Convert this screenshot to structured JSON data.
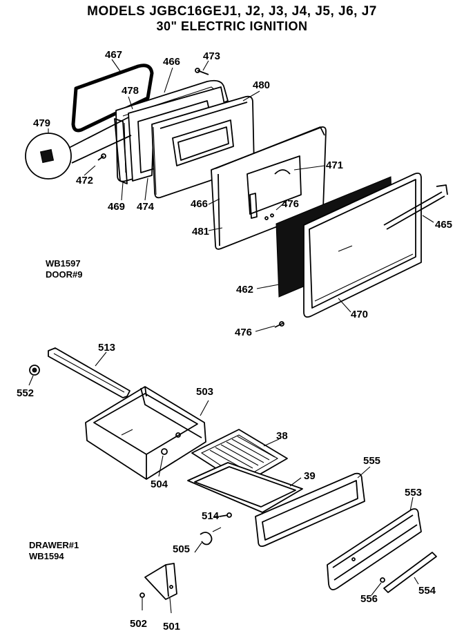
{
  "title": {
    "line1": "MODELS JGBC16GEJ1, J2, J3, J4, J5, J6, J7",
    "line2": "30\" ELECTRIC IGNITION"
  },
  "notes": {
    "door_part": "WB1597",
    "door_label": "DOOR#9",
    "drawer_label": "DRAWER#1",
    "drawer_part": "WB1594"
  },
  "callouts": {
    "p467": "467",
    "p466a": "466",
    "p473": "473",
    "p478": "478",
    "p480": "480",
    "p479": "479",
    "p472": "472",
    "p469": "469",
    "p474": "474",
    "p471": "471",
    "p466b": "466",
    "p476a": "476",
    "p481": "481",
    "p465": "465",
    "p462": "462",
    "p470": "470",
    "p476b": "476",
    "p513": "513",
    "p552": "552",
    "p503": "503",
    "p38": "38",
    "p504": "504",
    "p39": "39",
    "p555": "555",
    "p553": "553",
    "p514": "514",
    "p505": "505",
    "p556": "556",
    "p554": "554",
    "p502": "502",
    "p501": "501"
  }
}
